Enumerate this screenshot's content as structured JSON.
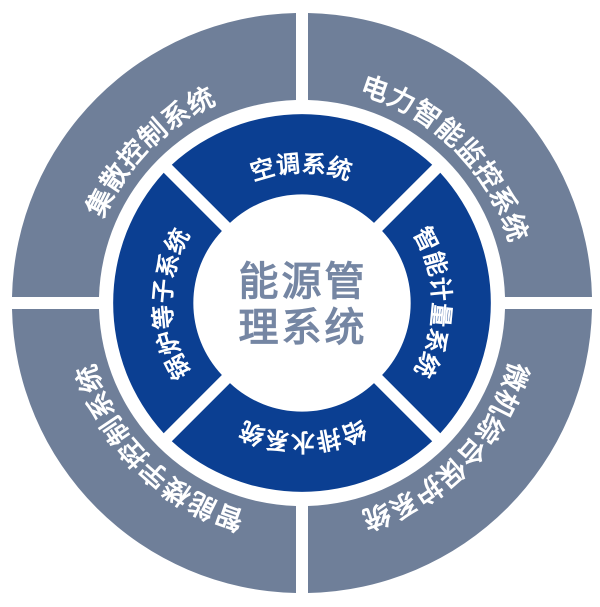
{
  "center": {
    "line1": "能源管",
    "line2": "理系统"
  },
  "inner_ring": {
    "items": [
      {
        "label": "空调系统",
        "position": "top"
      },
      {
        "label": "智能计量系统",
        "position": "right"
      },
      {
        "label": "给排水系统",
        "position": "bottom"
      },
      {
        "label": "锅炉等子系统",
        "position": "left"
      }
    ]
  },
  "outer_ring": {
    "items": [
      {
        "label": "电力智能监控系统",
        "position": "top-right"
      },
      {
        "label": "微机综合保护系统",
        "position": "bottom-right"
      },
      {
        "label": "智能楼宇控制系统",
        "position": "bottom-left"
      },
      {
        "label": "集散控制系统",
        "position": "top-left"
      }
    ]
  },
  "colors": {
    "outer_ring": "#6f7f99",
    "inner_ring": "#0b3f92",
    "center_text": "#7586a3",
    "label_text": "#ffffff"
  }
}
